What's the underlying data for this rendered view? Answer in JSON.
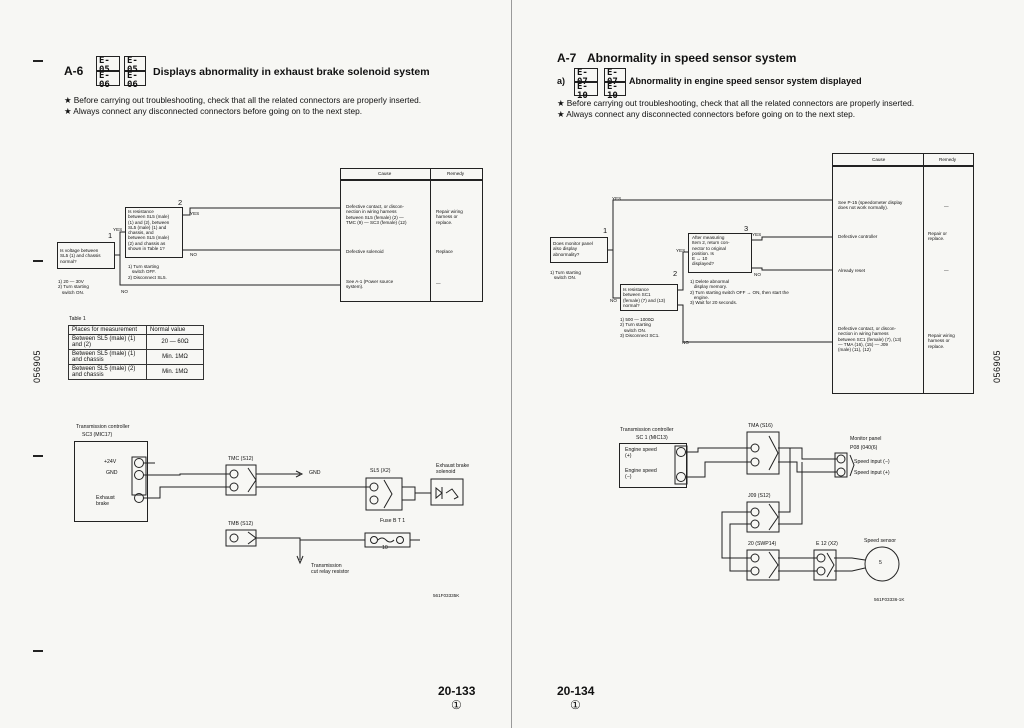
{
  "left": {
    "section": "A-6",
    "code_top": "E-05",
    "code_bottom": "E-06",
    "title": "Displays abnormality in exhaust brake solenoid system",
    "notes": [
      "★ Before carrying out troubleshooting, check that all the related connectors are properly inserted.",
      "★ Always connect any disconnected connectors before going on to the next step."
    ],
    "cause_header": "Cause",
    "remedy_header": "Remedy",
    "step1": "Is voltage between\nSL5 (1) and chassis\nnormal?",
    "step1_no": "1) 20 — 30V\n2) Turn starting\n   switch ON.",
    "step2": "Is resistance\nbetween SL5 (male)\n(1) and (2), between\nSL5 (male) (1) and\nchassis, and\nbetween SL5 (male)\n(2) and chassis as\nshown in Table 1?",
    "step2_note": "1) Turn starting\n   switch OFF.\n2) Disconnect SL5.",
    "step1_num": "1",
    "step2_num": "2",
    "yes": "YES",
    "no": "NO",
    "causes": [
      {
        "cause": "Defective contact, or discon-\nnection in wiring harness\nbetween SL5 (female) (2) —\nTMC (9) — SC3 (female) (12)",
        "remedy": "Repair wiring\nharness or\nreplace."
      },
      {
        "cause": "Defective solenoid",
        "remedy": "Replace"
      },
      {
        "cause": "See A-1 (Power source\nsystem).",
        "remedy": "—"
      }
    ],
    "table_title": "Table 1",
    "table_head": [
      "Places for measurement",
      "Normal value"
    ],
    "table_rows": [
      [
        "Between SL5 (male) (1)\nand (2)",
        "20 — 60Ω"
      ],
      [
        "Between SL5 (male) (1)\nand chassis",
        "Min. 1MΩ"
      ],
      [
        "Between SL5 (male) (2)\nand chassis",
        "Min. 1MΩ"
      ]
    ],
    "side_code": "056905",
    "diagram": {
      "controller_label": "Transmission controller",
      "controller_conn": "SC3 (MIC17)",
      "v24": "+24V",
      "gnd": "GND",
      "exhaust": "Exhaust\nbrake",
      "tmc": "TMC (S12)",
      "tmb": "TMB (S12)",
      "gnd_label": "GND",
      "sl5": "SL5 (X2)",
      "solenoid": "Exhaust brake\nsolenoid",
      "fuse": "Fuse B T 1",
      "fuse_val": "10",
      "relay": "Transmission\ncut relay resistor",
      "fig_code": "561F03335K"
    },
    "page_number": "20-133",
    "page_circle": "①"
  },
  "right": {
    "section": "A-7",
    "title": "Abnormality in speed sensor system",
    "sub_label": "a)",
    "code_top": "E-07",
    "code_bottom": "E-10",
    "subtitle": "Abnormality in engine speed sensor system displayed",
    "notes": [
      "★ Before carrying out troubleshooting, check that all the related connectors are properly inserted.",
      "★ Always connect any disconnected connectors before going on to the next step."
    ],
    "cause_header": "Cause",
    "remedy_header": "Remedy",
    "step1": "Does monitor panel\nalso display\nabnormality?",
    "step1_note": "1) Turn starting\n   switch ON.",
    "step2": "Is resistance\nbetween SC1\n(female) (7) and (13)\nnormal?",
    "step2_note": "1) 500 — 1000Ω\n2) Turn starting\n   switch ON.\n3) Disconnect SC1.",
    "step3": "After measuring\nItem 2, return con-\nnector to original\nposition. Is\nE ↔ 10\ndisplayed?",
    "step3_note": "1) Delete abnormal\n   display memory.\n2) Turn starting switch OFF → ON, then start the\n   engine.\n3) Wait for 20 seconds.",
    "step1_num": "1",
    "step2_num": "2",
    "step3_num": "3",
    "yes": "YES",
    "no": "NO",
    "causes": [
      {
        "cause": "See P-15 (speedometer display\ndoes not work normally).",
        "remedy": "—"
      },
      {
        "cause": "Defective controller",
        "remedy": "Repair or\nreplace."
      },
      {
        "cause": "Already reset",
        "remedy": "—"
      },
      {
        "cause": "Defective contact, or discon-\nnection in wiring harness\nbetween SC1 (female) (7), (13)\n— TMA (16), (15) — J09\n(male) (11), (12)",
        "remedy": "Repair wiring\nharness or\nreplace."
      }
    ],
    "side_code": "056905",
    "diagram": {
      "controller_label": "Transmission controller",
      "controller_conn": "SC 1 (MIC13)",
      "speed_plus": "Engine speed\n(+)",
      "speed_minus": "Engine speed\n(−)",
      "tma": "TMA (S16)",
      "j09": "J09 (S12)",
      "swp": "20 (SWP14)",
      "e12": "E 12 (X2)",
      "monitor": "Monitor panel",
      "monitor_conn": "P08 (040(6)",
      "speed_in_minus": "Speed input (−)",
      "speed_in_plus": "Speed input (+)",
      "sensor": "Speed sensor",
      "sensor_num": "5",
      "fig_code": "561F03336-1K"
    },
    "page_number": "20-134",
    "page_circle": "①"
  }
}
